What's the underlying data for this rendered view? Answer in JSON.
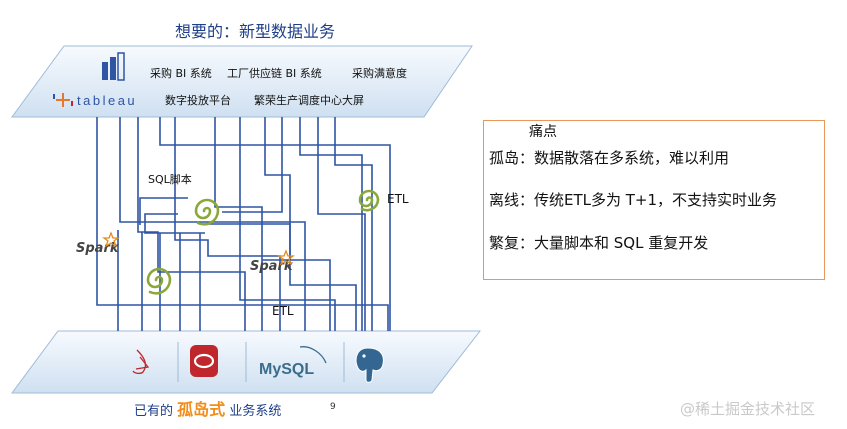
{
  "title": "想要的：新型数据业务",
  "top_systems": [
    "采购 BI 系统",
    "工厂供应链 BI 系统",
    "采购满意度",
    "数字投放平台",
    "繁荣生产调度中心大屏"
  ],
  "tableau_logo": "tableau",
  "middle_labels": {
    "sql_script": "SQL脚本",
    "etl_right": "ETL",
    "etl_bottom": "ETL",
    "spark": "Spark"
  },
  "bottom_db_icons": [
    "sql-server-icon",
    "oracle-icon",
    "mysql-icon",
    "postgresql-icon"
  ],
  "mysql_text": "MySQL",
  "caption": {
    "prefix": "已有的",
    "highlight": "孤岛式",
    "suffix": "业务系统"
  },
  "page_number": "9",
  "pain_points": {
    "title": "痛点",
    "items": [
      "孤岛：数据散落在多系统，难以利用",
      "离线：传统ETL多为 T+1，不支持实时业务",
      "繁复：大量脚本和 SQL 重复开发"
    ]
  },
  "watermark": "@稀土掘金技术社区",
  "colors": {
    "line": "#2f55a4",
    "title": "#1f3f8a",
    "highlight": "#f28c1a",
    "pain_border": "#e8965a",
    "etl_green": "#8aa83a",
    "spark_orange": "#e58a1f",
    "oracle_red": "#c0272d"
  }
}
